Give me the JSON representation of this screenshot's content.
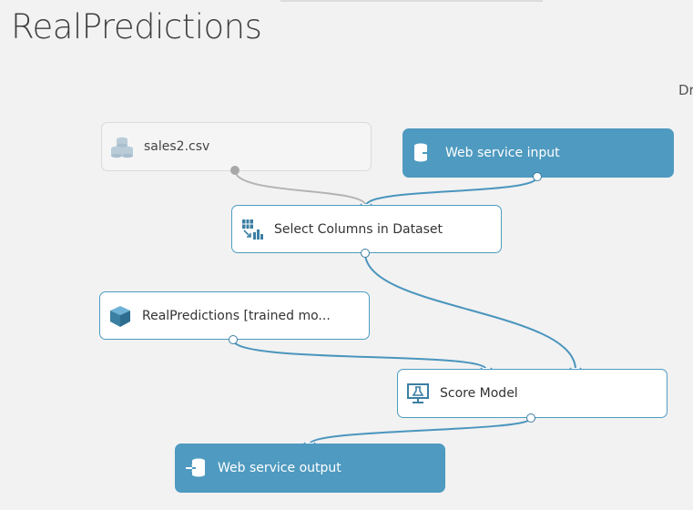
{
  "experiment": {
    "title": "RealPredictions"
  },
  "right_edge_text": "Dr",
  "modules": {
    "sales": {
      "label": "sales2.csv",
      "icon": "dataset-icon"
    },
    "ws_input": {
      "label": "Web service input",
      "icon": "web-service-input-icon"
    },
    "select_columns": {
      "label": "Select Columns in Dataset",
      "icon": "select-columns-icon"
    },
    "trained_model": {
      "label": "RealPredictions [trained mo...",
      "icon": "trained-model-icon"
    },
    "score_model": {
      "label": "Score Model",
      "icon": "score-model-icon"
    },
    "ws_output": {
      "label": "Web service output",
      "icon": "web-service-output-icon"
    }
  },
  "colors": {
    "canvas": "#f2f2f2",
    "accent_blue": "#4f9ac0",
    "connector": "#4a95bd",
    "inactive_connector": "#b3b3b3"
  }
}
